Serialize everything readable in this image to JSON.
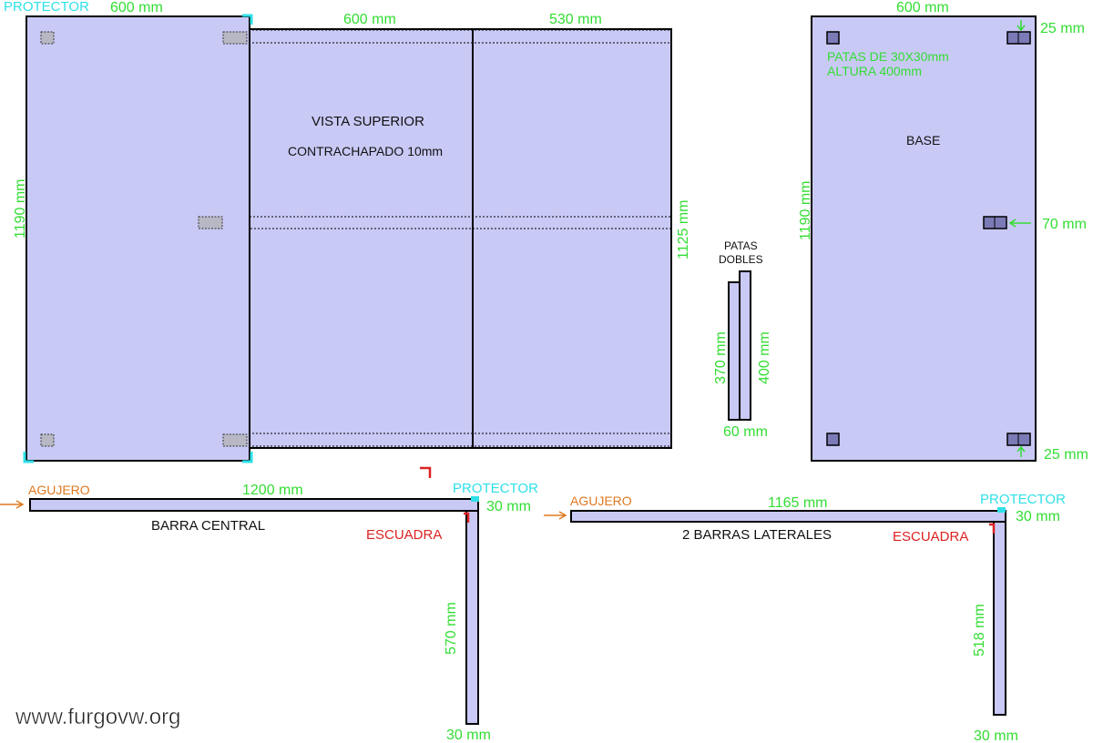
{
  "top_view": {
    "protector": "PROTECTOR",
    "width_left": "600 mm",
    "width_middle": "600 mm",
    "width_right": "530 mm",
    "height_left": "1190 mm",
    "height_right": "1125 mm",
    "title": "VISTA SUPERIOR",
    "material": "CONTRACHAPADO 10mm"
  },
  "double_legs": {
    "title_line1": "PATAS",
    "title_line2": "DOBLES",
    "height_a": "370 mm",
    "height_b": "400 mm",
    "width": "60 mm"
  },
  "base": {
    "width": "600 mm",
    "height": "1190 mm",
    "top_offset": "25 mm",
    "middle_offset": "70 mm",
    "bottom_offset": "25 mm",
    "legs_line1": "PATAS DE 30X30mm",
    "legs_line2": "ALTURA 400mm",
    "title": "BASE"
  },
  "central_bar": {
    "hole": "AGUJERO",
    "length": "1200 mm",
    "protector": "PROTECTOR",
    "protector_size": "30 mm",
    "name": "BARRA CENTRAL",
    "bracket": "ESCUADRA",
    "leg_length": "570 mm",
    "leg_width": "30 mm"
  },
  "side_bars": {
    "hole": "AGUJERO",
    "length": "1165 mm",
    "protector": "PROTECTOR",
    "protector_size": "30 mm",
    "name": "2 BARRAS LATERALES",
    "bracket": "ESCUADRA",
    "leg_length": "518 mm",
    "leg_width": "30 mm"
  },
  "watermark": "www.furgovw.org",
  "colors": {
    "plywood": "#c9c9f6",
    "dimension": "#33dd33",
    "protector": "#2fe0e8",
    "hole": "#e07820",
    "bracket": "#dd2222"
  }
}
